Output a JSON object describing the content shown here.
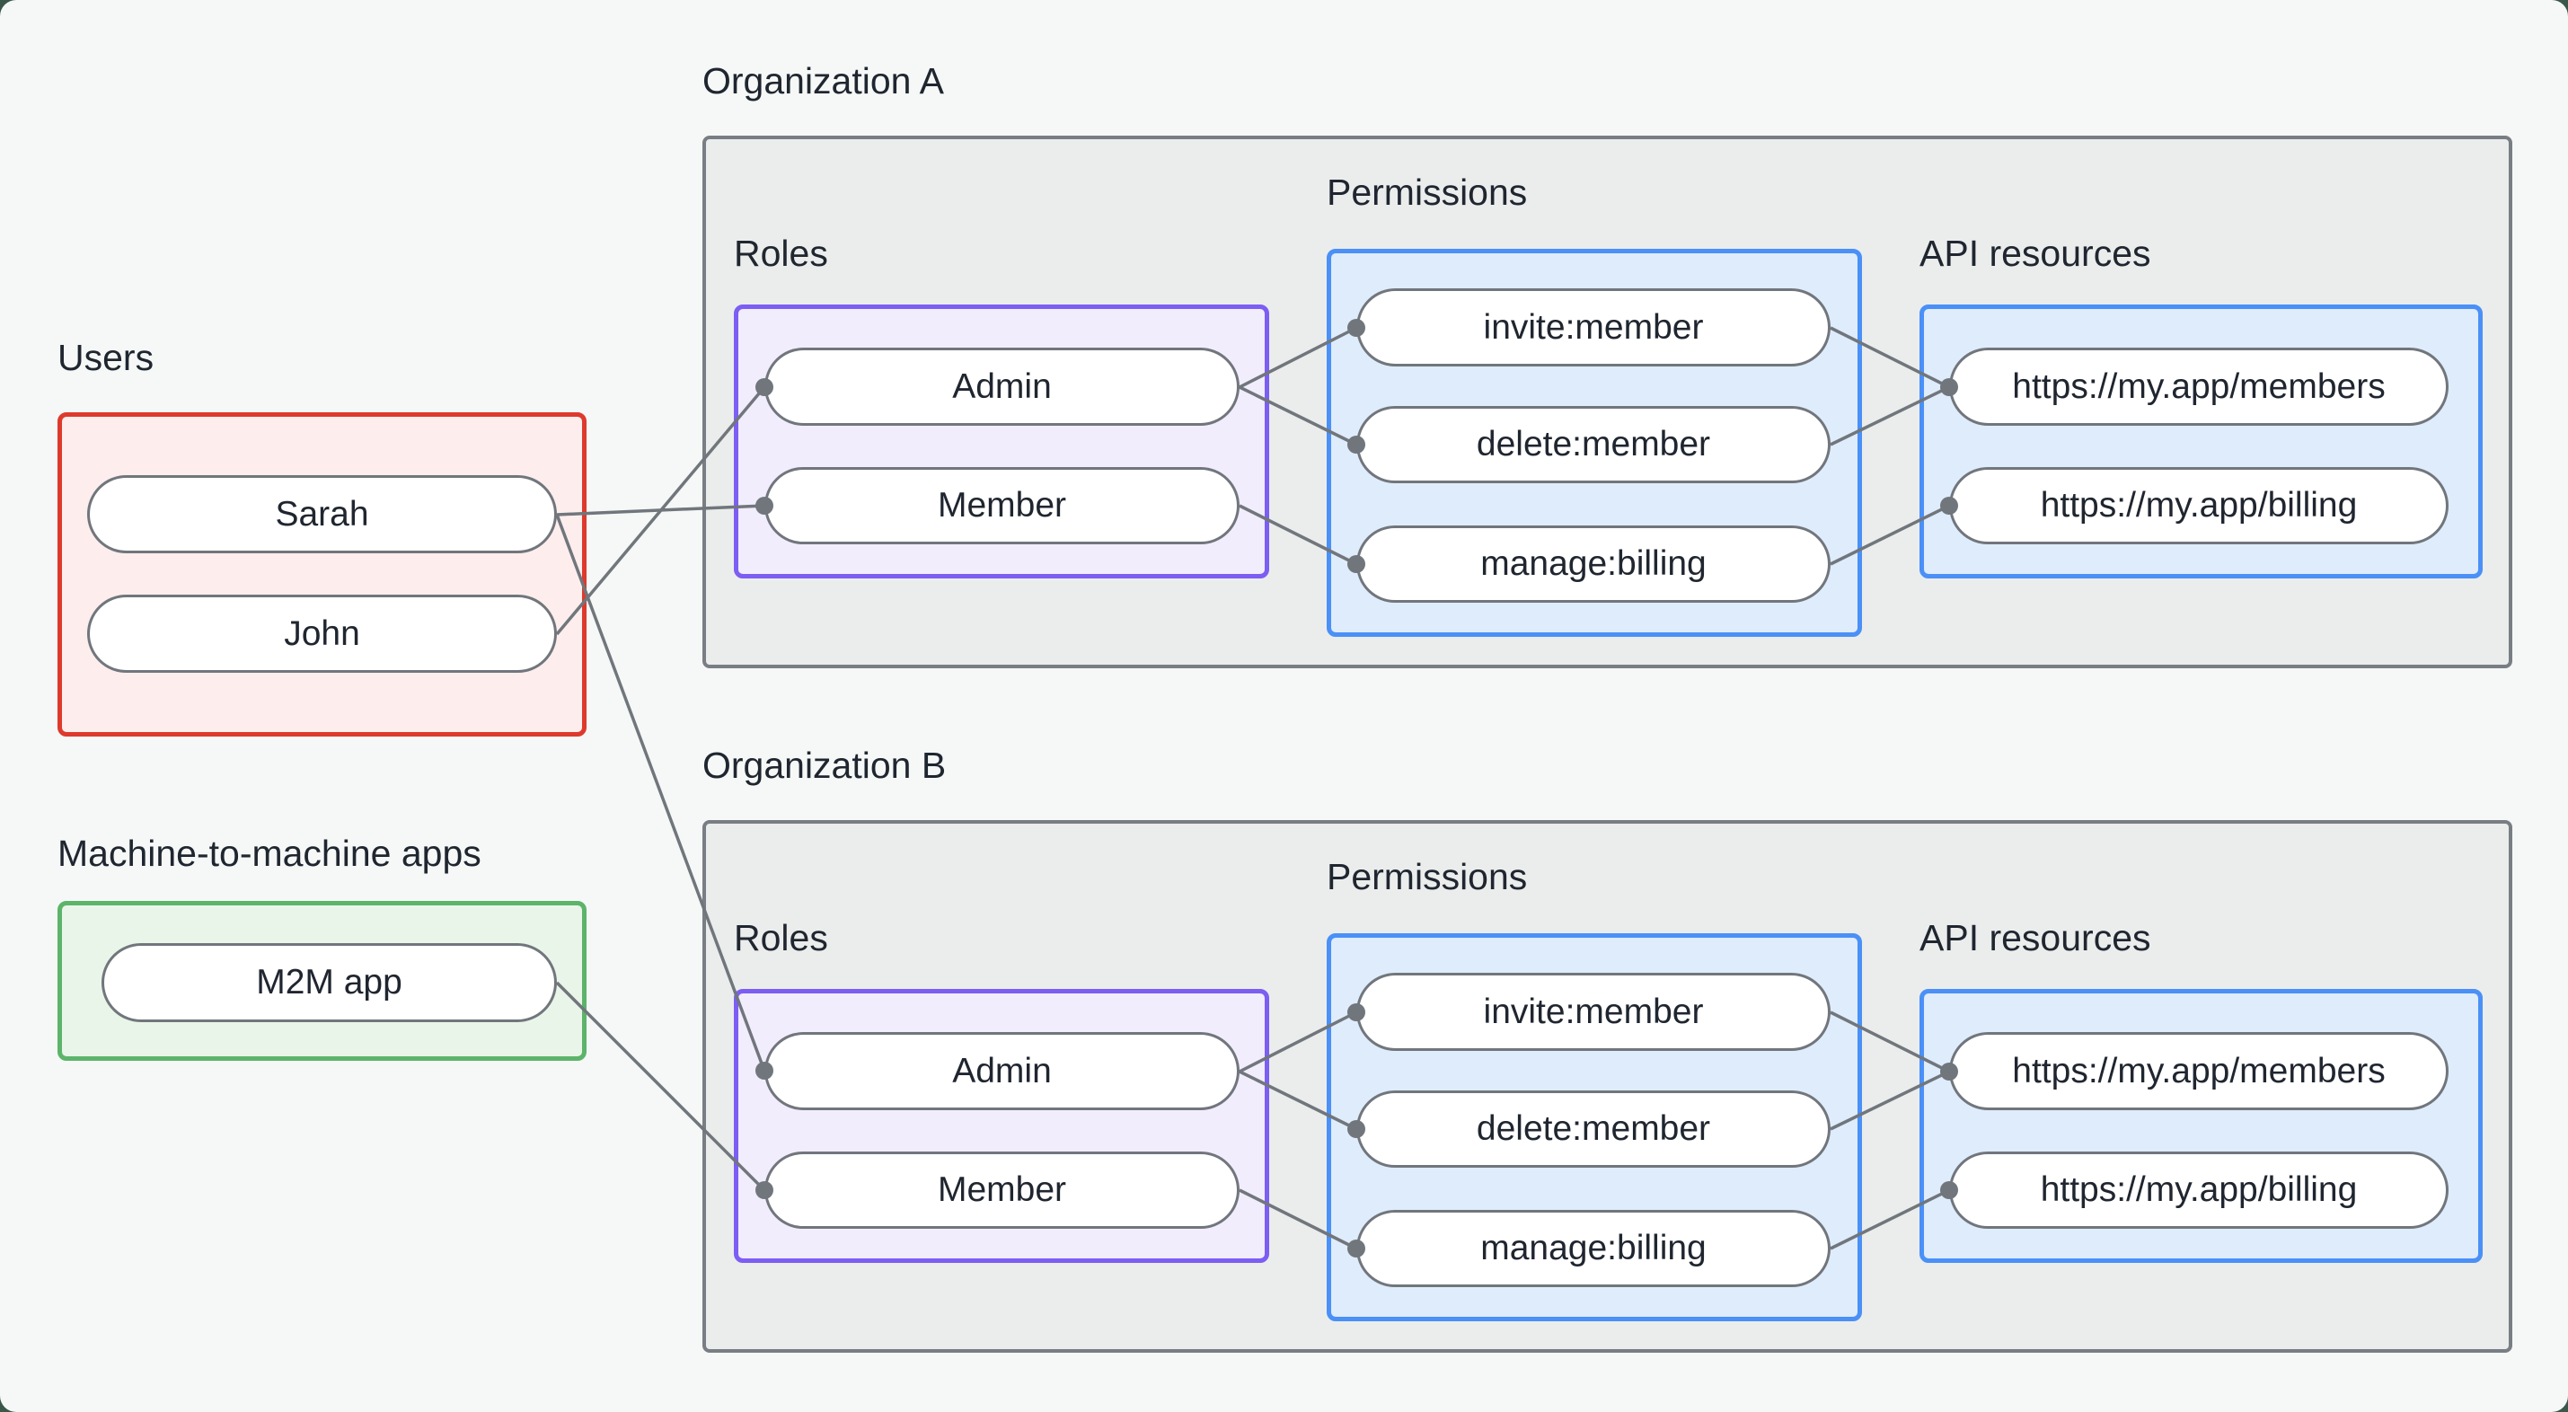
{
  "users_section": {
    "label": "Users",
    "items": [
      "Sarah",
      "John"
    ]
  },
  "m2m_section": {
    "label": "Machine-to-machine apps",
    "items": [
      "M2M app"
    ]
  },
  "orgs": [
    {
      "label": "Organization A",
      "roles": {
        "label": "Roles",
        "items": [
          "Admin",
          "Member"
        ]
      },
      "permissions": {
        "label": "Permissions",
        "items": [
          "invite:member",
          "delete:member",
          "manage:billing"
        ]
      },
      "api": {
        "label": "API resources",
        "items": [
          "https://my.app/members",
          "https://my.app/billing"
        ]
      }
    },
    {
      "label": "Organization B",
      "roles": {
        "label": "Roles",
        "items": [
          "Admin",
          "Member"
        ]
      },
      "permissions": {
        "label": "Permissions",
        "items": [
          "invite:member",
          "delete:member",
          "manage:billing"
        ]
      },
      "api": {
        "label": "API resources",
        "items": [
          "https://my.app/members",
          "https://my.app/billing"
        ]
      }
    }
  ],
  "connections": [
    {
      "from": "Sarah",
      "to": "Organization A / Member"
    },
    {
      "from": "Sarah",
      "to": "Organization B / Admin"
    },
    {
      "from": "John",
      "to": "Organization A / Admin"
    },
    {
      "from": "M2M app",
      "to": "Organization B / Member"
    },
    {
      "from": "Organization A / Admin",
      "to": "Organization A / invite:member"
    },
    {
      "from": "Organization A / Admin",
      "to": "Organization A / delete:member"
    },
    {
      "from": "Organization A / Member",
      "to": "Organization A / manage:billing"
    },
    {
      "from": "Organization A / invite:member",
      "to": "Organization A / https://my.app/members"
    },
    {
      "from": "Organization A / delete:member",
      "to": "Organization A / https://my.app/members"
    },
    {
      "from": "Organization A / manage:billing",
      "to": "Organization A / https://my.app/billing"
    },
    {
      "from": "Organization B / Admin",
      "to": "Organization B / invite:member"
    },
    {
      "from": "Organization B / Admin",
      "to": "Organization B / delete:member"
    },
    {
      "from": "Organization B / Member",
      "to": "Organization B / manage:billing"
    },
    {
      "from": "Organization B / invite:member",
      "to": "Organization B / https://my.app/members"
    },
    {
      "from": "Organization B / delete:member",
      "to": "Organization B / https://my.app/members"
    },
    {
      "from": "Organization B / manage:billing",
      "to": "Organization B / https://my.app/billing"
    }
  ],
  "colors": {
    "background": "#f5f8f6",
    "corner_backdrop": "#3a574a",
    "org_box_fill": "#ebedec",
    "org_box_border": "#797e84",
    "users_border": "#dd3a2d",
    "users_fill": "#fdeeed",
    "m2m_border": "#5cb46a",
    "m2m_fill": "#eaf5e9",
    "roles_border": "#7c5ef3",
    "roles_fill": "#f2edfd",
    "permissions_border": "#4a90f7",
    "permissions_fill": "#dfecfb",
    "node_border": "#71767c",
    "edge_color": "#71767c",
    "text": "#202630"
  }
}
